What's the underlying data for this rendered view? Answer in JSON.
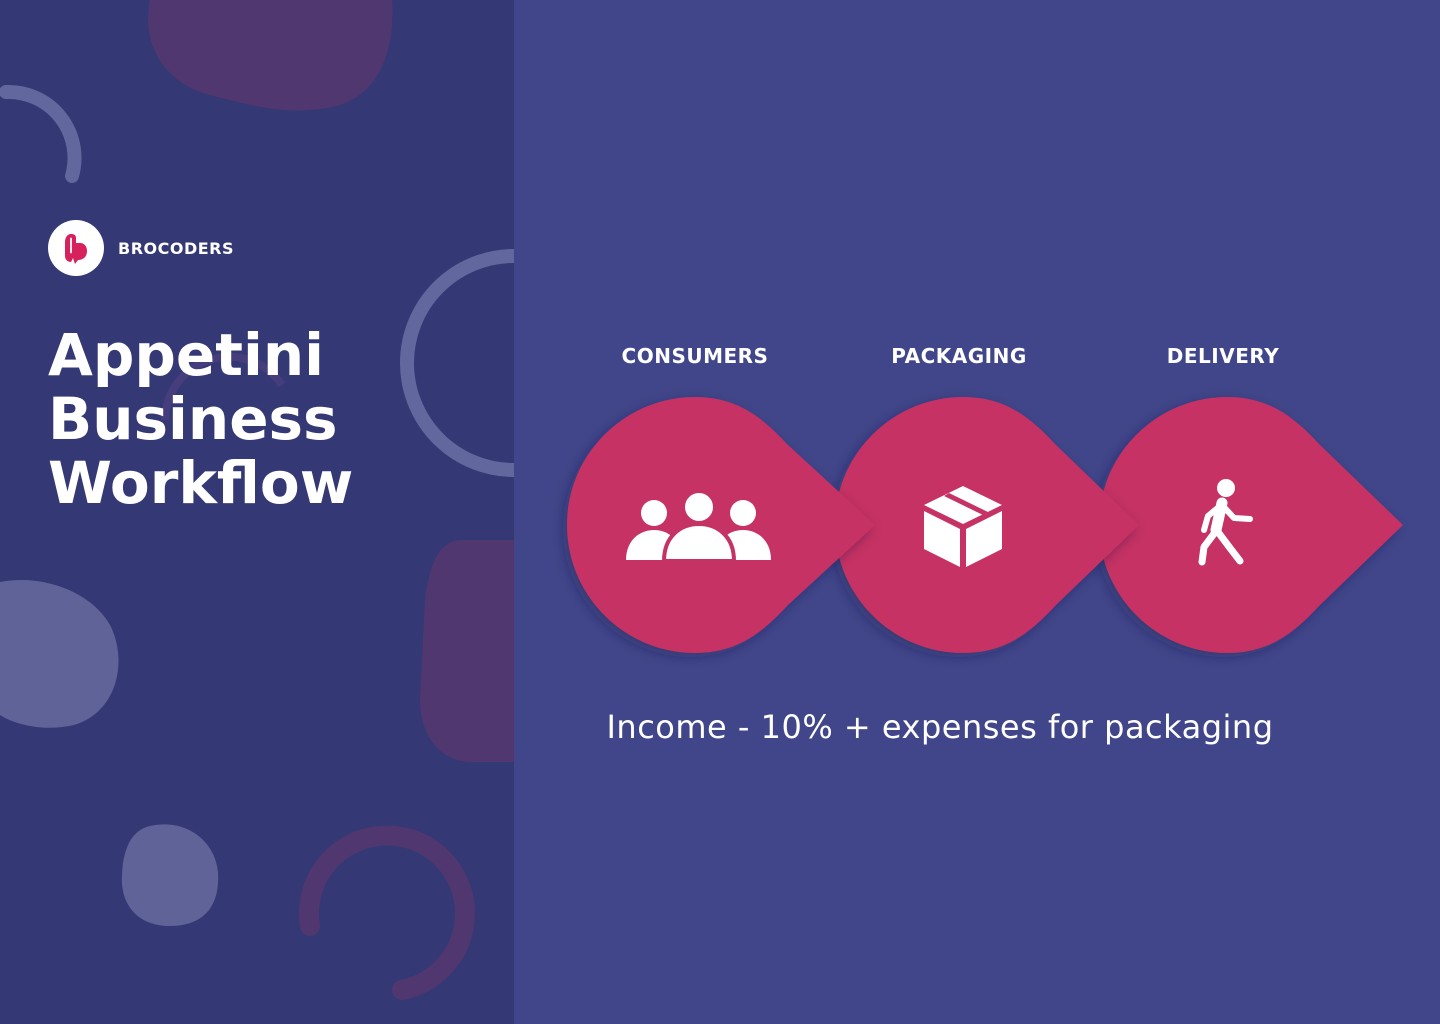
{
  "brand": {
    "name": "BROCODERS",
    "icon": "brocoders-logo-icon"
  },
  "title": {
    "lines": [
      "Appetini",
      "Business",
      "Workflow"
    ]
  },
  "workflow": {
    "steps": [
      {
        "label": "CONSUMERS",
        "icon": "users-group-icon"
      },
      {
        "label": "PACKAGING",
        "icon": "package-box-icon"
      },
      {
        "label": "DELIVERY",
        "icon": "walking-person-icon"
      }
    ],
    "formula": "Income - 10% + expenses for packaging"
  },
  "colors": {
    "left_panel": "#343874",
    "right_panel": "#41468a",
    "accent": "#c53364",
    "text": "#ffffff"
  }
}
